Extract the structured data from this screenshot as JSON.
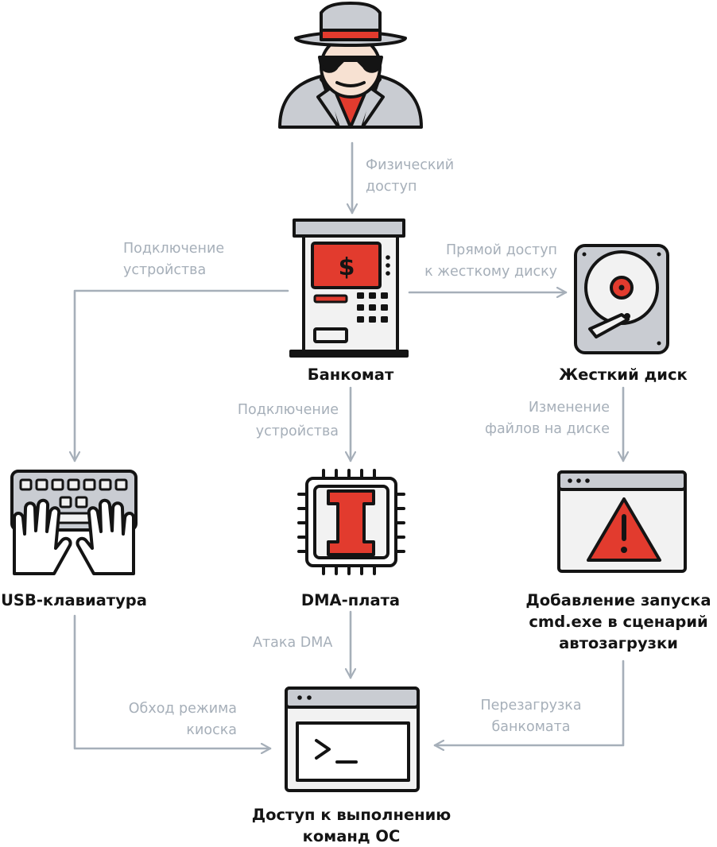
{
  "nodes": {
    "atm": "Банкомат",
    "hdd": "Жесткий диск",
    "usb": "USB-клавиатура",
    "dma": "DMA-плата",
    "autorun": [
      "Добавление запуска",
      "cmd.exe в сценарий",
      "автозагрузки"
    ],
    "os": [
      "Доступ к выполнению",
      "команд ОС"
    ]
  },
  "edges": {
    "physical_access": [
      "Физический",
      "доступ"
    ],
    "connect_device_left": [
      "Подключение",
      "устройства"
    ],
    "direct_disk": [
      "Прямой доступ",
      "к жесткому диску"
    ],
    "connect_device_mid": [
      "Подключение",
      "устройства"
    ],
    "modify_files": [
      "Изменение",
      "файлов на диске"
    ],
    "dma_attack": "Атака DMA",
    "kiosk_bypass": [
      "Обход режима",
      "киоска"
    ],
    "reboot_atm": [
      "Перезагрузка",
      "банкомата"
    ]
  },
  "colors": {
    "accent_red": "#e23b2e",
    "edge_gray": "#a6afb9",
    "icon_stroke": "#141414",
    "icon_fill_gray": "#c9ccd2",
    "icon_fill_light": "#f2f2f2"
  }
}
